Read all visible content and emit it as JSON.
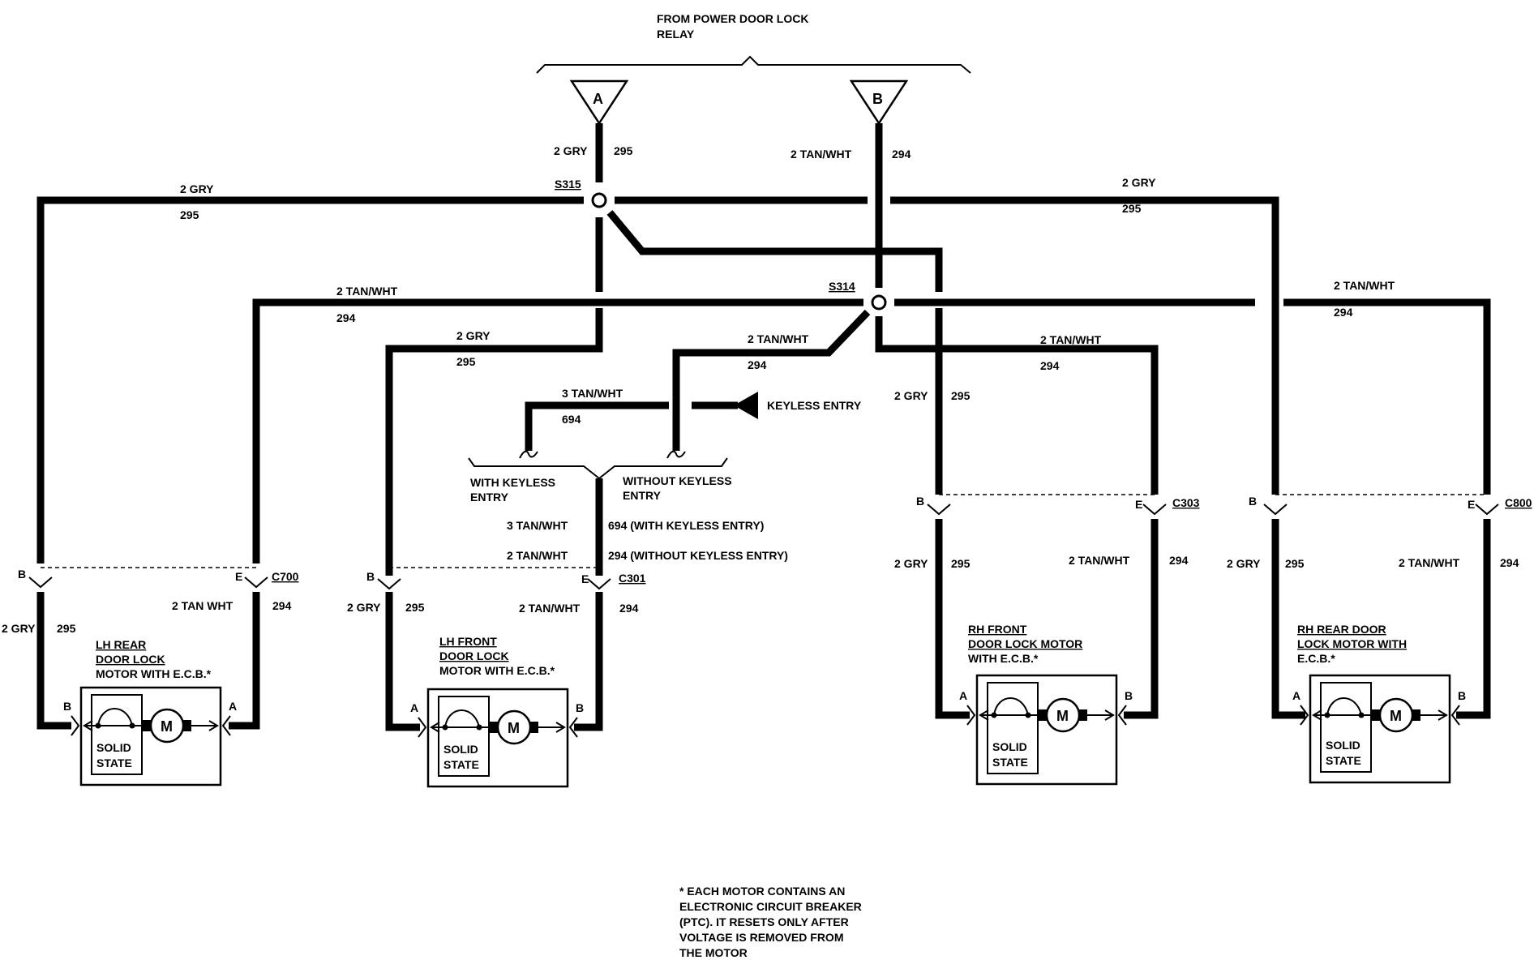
{
  "header": {
    "title_line1": "FROM POWER DOOR LOCK",
    "title_line2": "RELAY"
  },
  "terminals": {
    "a": "A",
    "b": "B"
  },
  "splices": {
    "s315": "S315",
    "s314": "S314"
  },
  "wires": {
    "gry": "2 GRY",
    "gry_circuit": "295",
    "tan": "2 TAN/WHT",
    "tan_circuit": "294",
    "tan_alt": "2 TAN WHT",
    "keyless": "3 TAN/WHT",
    "keyless_circuit": "694",
    "keyless_entry": "KEYLESS ENTRY",
    "with_keyless_1": "WITH KEYLESS",
    "with_keyless_2": "ENTRY",
    "without_keyless_1": "WITHOUT KEYLESS",
    "without_keyless_2": "ENTRY",
    "note_with": "694 (WITH KEYLESS ENTRY)",
    "note_without": "294 (WITHOUT KEYLESS ENTRY)"
  },
  "connectors": {
    "c700": "C700",
    "c301": "C301",
    "c303": "C303",
    "c800": "C800",
    "pin_b": "B",
    "pin_e": "E",
    "pin_a": "A"
  },
  "motors": {
    "lh_rear": [
      "LH REAR",
      "DOOR LOCK",
      "MOTOR  WITH E.C.B.*"
    ],
    "lh_front": [
      "LH FRONT",
      "DOOR LOCK",
      "MOTOR WITH E.C.B.*"
    ],
    "rh_front": [
      "RH FRONT",
      "DOOR  LOCK MOTOR",
      "WITH E.C.B.*"
    ],
    "rh_rear": [
      "RH REAR DOOR",
      "LOCK MOTOR WITH",
      "E.C.B.*"
    ],
    "solid_state_1": "SOLID",
    "solid_state_2": "STATE",
    "m": "M"
  },
  "footnote": [
    "*   EACH MOTOR CONTAINS AN",
    "ELECTRONIC CIRCUIT BREAKER",
    "(PTC). IT RESETS ONLY AFTER",
    "VOLTAGE IS REMOVED FROM",
    "THE MOTOR"
  ]
}
